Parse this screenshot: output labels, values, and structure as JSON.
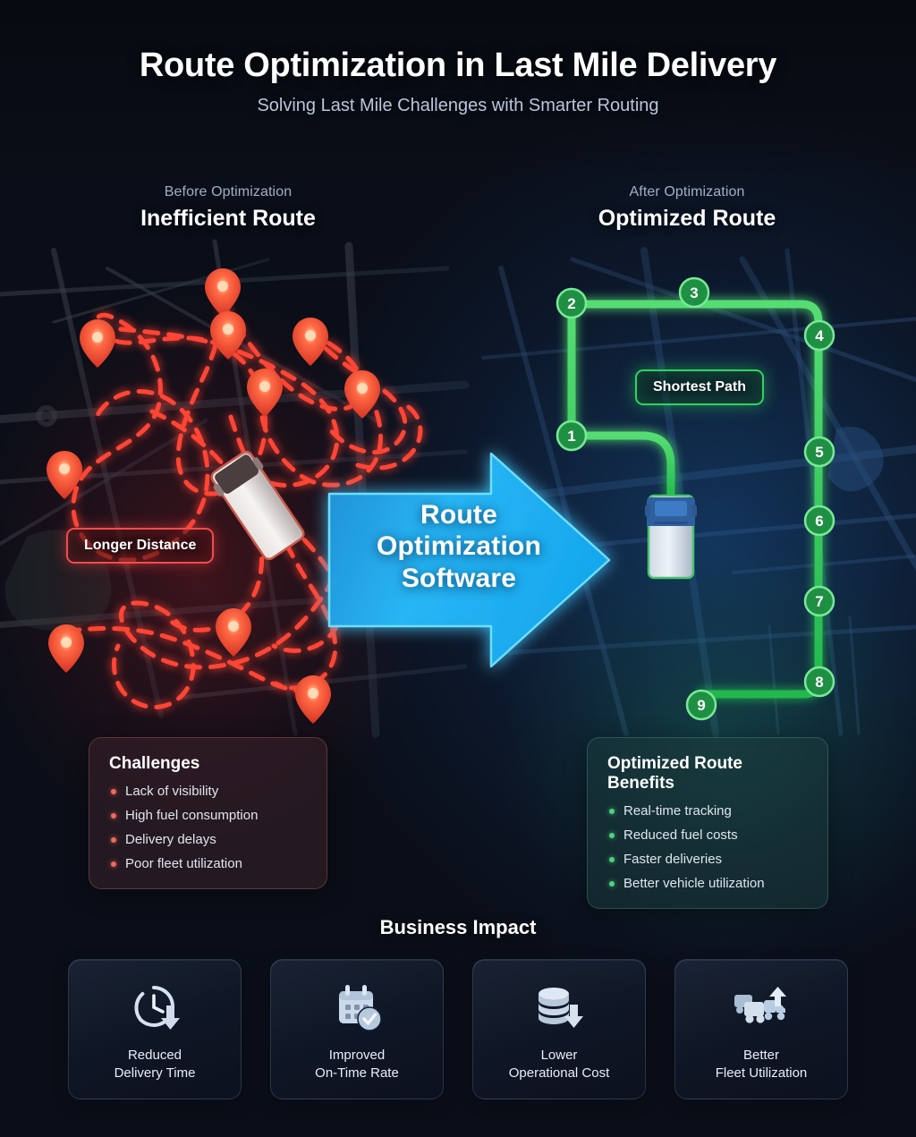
{
  "header": {
    "title": "Route Optimization in Last Mile Delivery",
    "subtitle": "Solving Last Mile Challenges with Smarter Routing"
  },
  "sections": {
    "left": {
      "eyebrow": "Before Optimization",
      "heading": "Inefficient Route"
    },
    "right": {
      "eyebrow": "After Optimization",
      "heading": "Optimized Route"
    }
  },
  "badges": {
    "longer_distance": "Longer Distance",
    "shortest_path": "Shortest Path"
  },
  "arrow": {
    "line1": "Route",
    "line2": "Optimization",
    "line3": "Software"
  },
  "route": {
    "waypoint_labels": [
      "1",
      "2",
      "3",
      "4",
      "5",
      "6",
      "7",
      "8",
      "9"
    ]
  },
  "challenges": {
    "title": "Challenges",
    "items": [
      "Lack of visibility",
      "High fuel consumption",
      "Delivery delays",
      "Poor fleet utilization"
    ]
  },
  "benefits": {
    "title": "Optimized Route Benefits",
    "items": [
      "Real-time tracking",
      "Reduced fuel costs",
      "Faster deliveries",
      "Better vehicle utilization"
    ]
  },
  "impact": {
    "title": "Business Impact",
    "cards": [
      {
        "icon": "clock-down-arrow-icon",
        "line1": "Reduced",
        "line2": "Delivery Time"
      },
      {
        "icon": "calendar-check-icon",
        "line1": "Improved",
        "line2": "On-Time Rate"
      },
      {
        "icon": "coins-down-arrow-icon",
        "line1": "Lower",
        "line2": "Operational Cost"
      },
      {
        "icon": "trucks-up-arrow-icon",
        "line1": "Better",
        "line2": "Fleet Utilization"
      }
    ]
  },
  "colors": {
    "inefficient_route": "#ff4d3d",
    "optimized_route": "#3ecf5f",
    "arrow": "#29b6f6",
    "background_dark": "#090c13",
    "background_blue": "#16325c",
    "title_text": "#ffffff",
    "subtitle_text": "#b9c6dc"
  }
}
